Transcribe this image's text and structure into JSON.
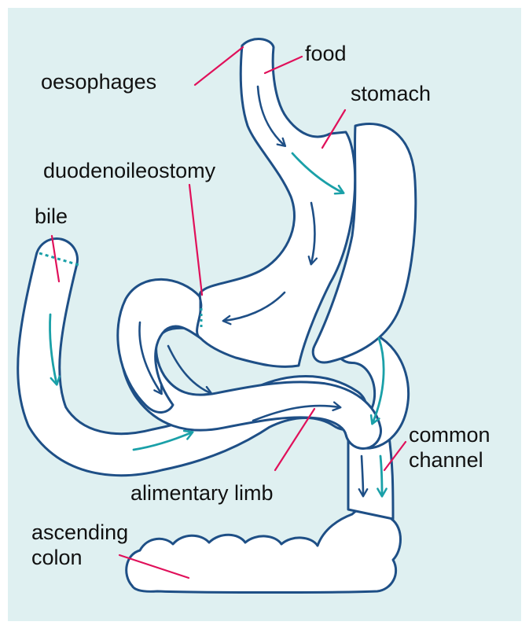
{
  "colors": {
    "background": "#dff0f1",
    "outline": "#1e4f86",
    "bile_flow": "#1aa0a8",
    "food_flow": "#1e4f86",
    "leader": "#e0105a"
  },
  "labels": {
    "food": "food",
    "oesophages": "oesophages",
    "stomach": "stomach",
    "duodenoileostomy": "duodenoileostomy",
    "bile": "bile",
    "common_channel_line1": "common",
    "common_channel_line2": "channel",
    "alimentary_limb": "alimentary limb",
    "ascending_colon_line1": "ascending",
    "ascending_colon_line2": "colon"
  }
}
